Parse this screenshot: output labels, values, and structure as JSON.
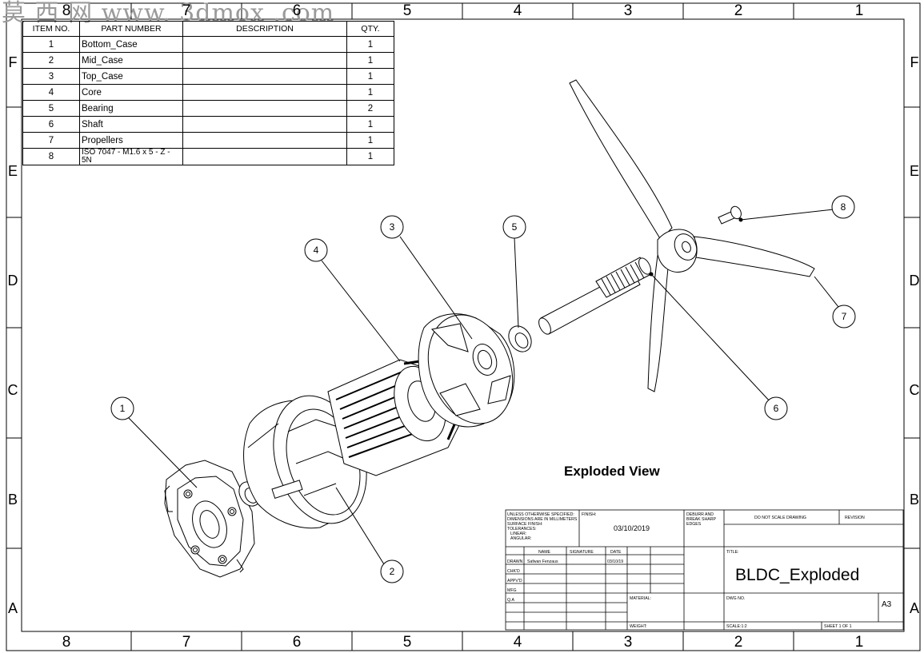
{
  "watermark": "莫 西 网 www. 3dmox .com",
  "border": {
    "columns": [
      "8",
      "7",
      "6",
      "5",
      "4",
      "3",
      "2",
      "1"
    ],
    "rows": [
      "F",
      "E",
      "D",
      "C",
      "B",
      "A"
    ]
  },
  "bom": {
    "headers": {
      "item": "ITEM NO.",
      "part": "PART NUMBER",
      "description": "DESCRIPTION",
      "qty": "QTY."
    },
    "rows": [
      {
        "item": "1",
        "part": "Bottom_Case",
        "description": "",
        "qty": "1"
      },
      {
        "item": "2",
        "part": "Mid_Case",
        "description": "",
        "qty": "1"
      },
      {
        "item": "3",
        "part": "Top_Case",
        "description": "",
        "qty": "1"
      },
      {
        "item": "4",
        "part": "Core",
        "description": "",
        "qty": "1"
      },
      {
        "item": "5",
        "part": "Bearing",
        "description": "",
        "qty": "2"
      },
      {
        "item": "6",
        "part": "Shaft",
        "description": "",
        "qty": "1"
      },
      {
        "item": "7",
        "part": "Propellers",
        "description": "",
        "qty": "1"
      },
      {
        "item": "8",
        "part": "ISO 7047 - M1.6 x 5 - Z - 5N",
        "description": "",
        "qty": "1"
      }
    ]
  },
  "balloons": [
    "1",
    "2",
    "3",
    "4",
    "5",
    "6",
    "7",
    "8"
  ],
  "view_title": "Exploded View",
  "title_block": {
    "spec_lines": [
      "UNLESS OTHERWISE SPECIFIED:",
      "DIMENSIONS ARE IN MILLIMETERS",
      "SURFACE FINISH:",
      "TOLERANCES:",
      "LINEAR:",
      "ANGULAR:"
    ],
    "finish_label": "FINISH:",
    "date_value": "03/10/2019",
    "deburr_lines": [
      "DEBURR AND",
      "BREAK SHARP",
      "EDGES"
    ],
    "do_not_scale": "DO NOT SCALE DRAWING",
    "revision_label": "REVISION",
    "col_name": "NAME",
    "col_signature": "SIGNATURE",
    "col_date": "DATE",
    "roles": [
      "DRAWN",
      "CHK'D",
      "APPV'D",
      "MFG",
      "Q.A"
    ],
    "drawn_name": "Safwan Fenzaus",
    "drawn_date": "03/10/19",
    "title_label": "TITLE:",
    "drawing_title": "BLDC_Exploded",
    "material_label": "MATERIAL:",
    "dwg_no_label": "DWG NO.",
    "weight_label": "WEIGHT:",
    "scale_label": "SCALE:1:2",
    "sheet_label": "SHEET 1 OF 1",
    "size": "A3"
  }
}
